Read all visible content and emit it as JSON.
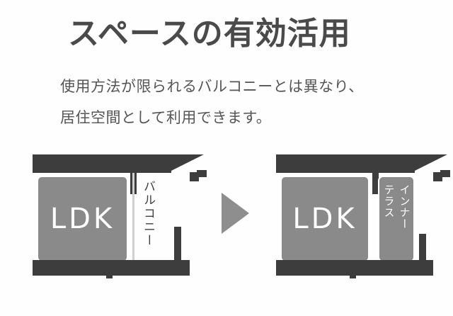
{
  "headline": {
    "text": "スペースの有効活用",
    "color": "#4a4a4a"
  },
  "body_copy": {
    "line1": "使用方法が限られるバルコニーとは異なり、",
    "line2": "居住空間として利用できます。",
    "color": "#555555"
  },
  "arrow": {
    "name": "right-arrow",
    "direction": "right",
    "color": "#8e8e8e"
  },
  "diagrams": [
    {
      "id": "before",
      "caption_role": "balcony-plan",
      "rooms": [
        {
          "label": "LDK",
          "fill": "#8a8a8a",
          "text_color": "#ffffff"
        }
      ],
      "outdoor_space": {
        "label": "バルコニー",
        "text_color": "#3f3f3f",
        "filled": false
      }
    },
    {
      "id": "after",
      "caption_role": "inner-terrace-plan",
      "rooms": [
        {
          "label": "LDK",
          "fill": "#8a8a8a",
          "text_color": "#ffffff"
        }
      ],
      "outdoor_space": {
        "label_line1": "インナー",
        "label_line2": "テラス",
        "text_color": "#ffffff",
        "fill": "#8a8a8a",
        "filled": true
      }
    }
  ],
  "palette": {
    "background": "#ffffff",
    "structure_dark": "#3d3d3d",
    "room_gray": "#8a8a8a",
    "arrow_gray": "#8e8e8e"
  }
}
